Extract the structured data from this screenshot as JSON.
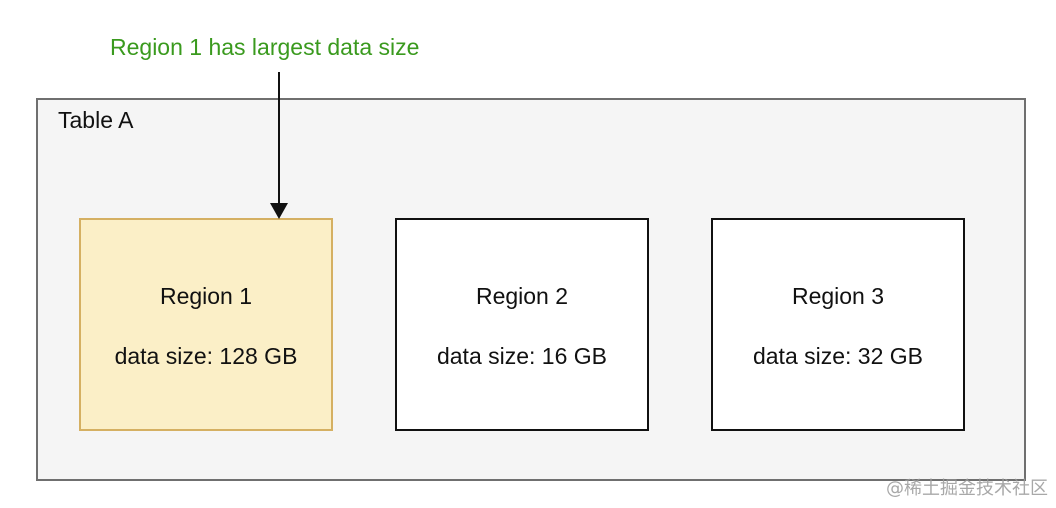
{
  "annotation": {
    "text": "Region 1 has largest data size",
    "color": "#3a9a1e"
  },
  "table": {
    "title": "Table A",
    "background": "#f5f5f5",
    "border_color": "#6f6f6f"
  },
  "regions": [
    {
      "name": "Region 1",
      "size_text": "data size: 128 GB",
      "highlighted": true,
      "fill": "#fbefc7",
      "border": "#d5b062"
    },
    {
      "name": "Region 2",
      "size_text": "data size: 16 GB",
      "highlighted": false,
      "fill": "#ffffff",
      "border": "#111111"
    },
    {
      "name": "Region 3",
      "size_text": "data size: 32 GB",
      "highlighted": false,
      "fill": "#ffffff",
      "border": "#111111"
    }
  ],
  "watermark": {
    "text": "@稀土掘金技术社区"
  }
}
